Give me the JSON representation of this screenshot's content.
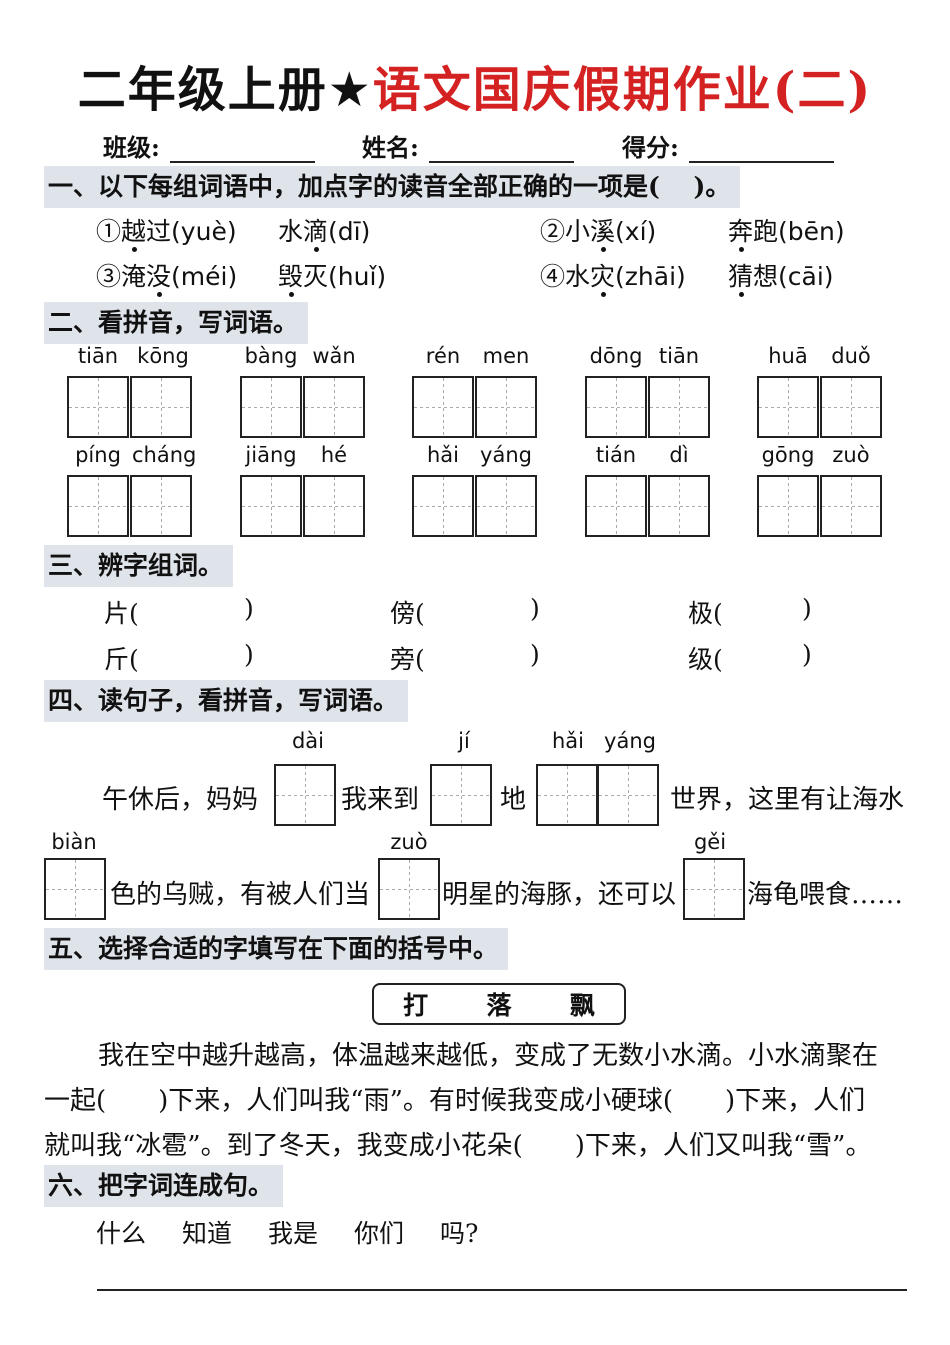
{
  "title": {
    "part1": "二年级上册",
    "star": "★",
    "part2": "语文国庆假期作业(二)"
  },
  "info": {
    "class_label": "班级:",
    "name_label": "姓名:",
    "score_label": "得分:"
  },
  "sections": {
    "s1": "一、以下每组词语中，加点字的读音全部正确的一项是(　 )。",
    "s2": "二、看拼音，写词语。",
    "s3": "三、辨字组词。",
    "s4": "四、读句子，看拼音，写词语。",
    "s5": "五、选择合适的字填写在下面的括号中。",
    "s6": "六、把字词连成句。"
  },
  "q1": {
    "o1": {
      "num": "①",
      "w1a": "越",
      "w1b": "过",
      "p1": "(yuè)",
      "w2a": "水",
      "w2b": "滴",
      "p2": "(dī)"
    },
    "o2": {
      "num": "②",
      "w1a": "小",
      "w1b": "溪",
      "p1": "(xí)",
      "w2a": "奔",
      "w2b": "跑",
      "p2": "(bēn)"
    },
    "o3": {
      "num": "③",
      "w1a": "淹",
      "w1b": "没",
      "p1": "(méi)",
      "w2a": "毁",
      "w2b": "灭",
      "p2": "(huǐ)"
    },
    "o4": {
      "num": "④",
      "w1a": "水",
      "w1b": "灾",
      "p1": "(zhāi)",
      "w2a": "猜",
      "w2b": "想",
      "p2": "(cāi)"
    }
  },
  "pinyin_row1": [
    {
      "a": "tiān",
      "b": "kōng"
    },
    {
      "a": "bàng",
      "b": "wǎn"
    },
    {
      "a": "rén",
      "b": "men"
    },
    {
      "a": "dōng",
      "b": "tiān"
    },
    {
      "a": "huā",
      "b": "duǒ"
    }
  ],
  "pinyin_row2": [
    {
      "a": "píng",
      "b": "cháng"
    },
    {
      "a": "jiāng",
      "b": "hé"
    },
    {
      "a": "hǎi",
      "b": "yáng"
    },
    {
      "a": "tián",
      "b": "dì"
    },
    {
      "a": "gōng",
      "b": "zuò"
    }
  ],
  "q3": {
    "r1": [
      "片(",
      "傍(",
      "极("
    ],
    "r2": [
      "斤(",
      "旁(",
      "级("
    ],
    "close": ")"
  },
  "q4": {
    "py_dai": "dài",
    "py_ji": "jí",
    "py_hai": "hǎi",
    "py_yang": "yáng",
    "py_bian": "biàn",
    "py_zuo": "zuò",
    "py_gei": "gěi",
    "t1": "午休后，妈妈",
    "t2": "我来到",
    "t3": "地",
    "t4": "世界，这里有让海水",
    "t5": "色的乌贼，有被人们当",
    "t6": "明星的海豚，还可以",
    "t7": "海龟喂食……"
  },
  "q5": {
    "choices": [
      "打",
      "落",
      "飘"
    ],
    "line1": "我在空中越升越高，体温越来越低，变成了无数小水滴。小水滴聚在",
    "line2": "一起(　　)下来，人们叫我“雨”。有时候我变成小硬球(　　)下来，人们",
    "line3": "就叫我“冰雹”。到了冬天，我变成小花朵(　　)下来，人们又叫我“雪”。"
  },
  "q6": {
    "words": [
      "什么",
      "知道",
      "我是",
      "你们",
      "吗?"
    ]
  }
}
